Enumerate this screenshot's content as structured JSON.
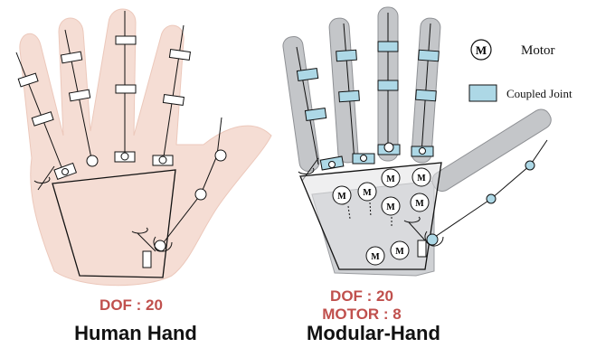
{
  "left_panel": {
    "dof": "DOF : 20",
    "title": "Human Hand"
  },
  "right_panel": {
    "dof": "DOF : 20",
    "motor": "MOTOR : 8",
    "title": "Modular-Hand"
  },
  "legend": {
    "motor_symbol": "M",
    "motor_label": "Motor",
    "coupled_label": "Coupled Joint",
    "coupled_color": "#add8e6"
  },
  "motor_glyph": "M",
  "colors": {
    "skin": "#f3d9cf",
    "robot_grey": "#b9bbbf",
    "accent_red": "#c0504d"
  }
}
